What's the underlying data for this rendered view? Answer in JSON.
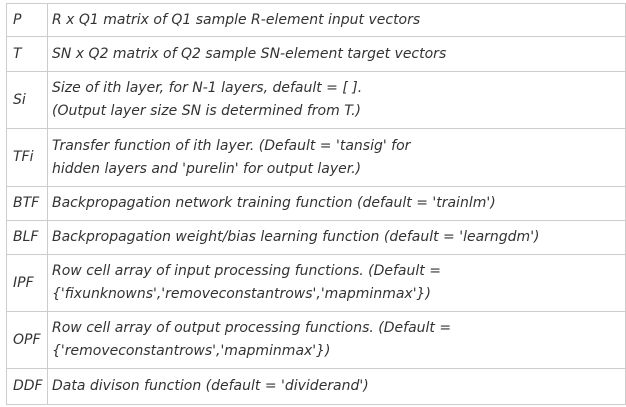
{
  "rows": [
    {
      "arg": "P",
      "lines": [
        "R x Q1 matrix of Q1 sample R-element input vectors"
      ]
    },
    {
      "arg": "T",
      "lines": [
        "SN x Q2 matrix of Q2 sample SN-element target vectors"
      ]
    },
    {
      "arg": "Si",
      "lines": [
        "Size of ith layer, for N-1 layers, default = [ ].",
        "(Output layer size SN is determined from T.)"
      ]
    },
    {
      "arg": "TFi",
      "lines": [
        "Transfer function of ith layer. (Default = 'tansig' for",
        "hidden layers and 'purelin' for output layer.)"
      ]
    },
    {
      "arg": "BTF",
      "lines": [
        "Backpropagation network training function (default = 'trainlm')"
      ]
    },
    {
      "arg": "BLF",
      "lines": [
        "Backpropagation weight/bias learning function (default = 'learngdm')"
      ]
    },
    {
      "arg": "IPF",
      "lines": [
        "Row cell array of input processing functions. (Default =",
        "{'fixunknowns','removeconstantrows','mapminmax'})"
      ]
    },
    {
      "arg": "OPF",
      "lines": [
        "Row cell array of output processing functions. (Default =",
        "{'removeconstantrows','mapminmax'})"
      ]
    },
    {
      "arg": "DDF",
      "lines": [
        "Data divison function (default = 'dividerand')"
      ]
    }
  ]
}
